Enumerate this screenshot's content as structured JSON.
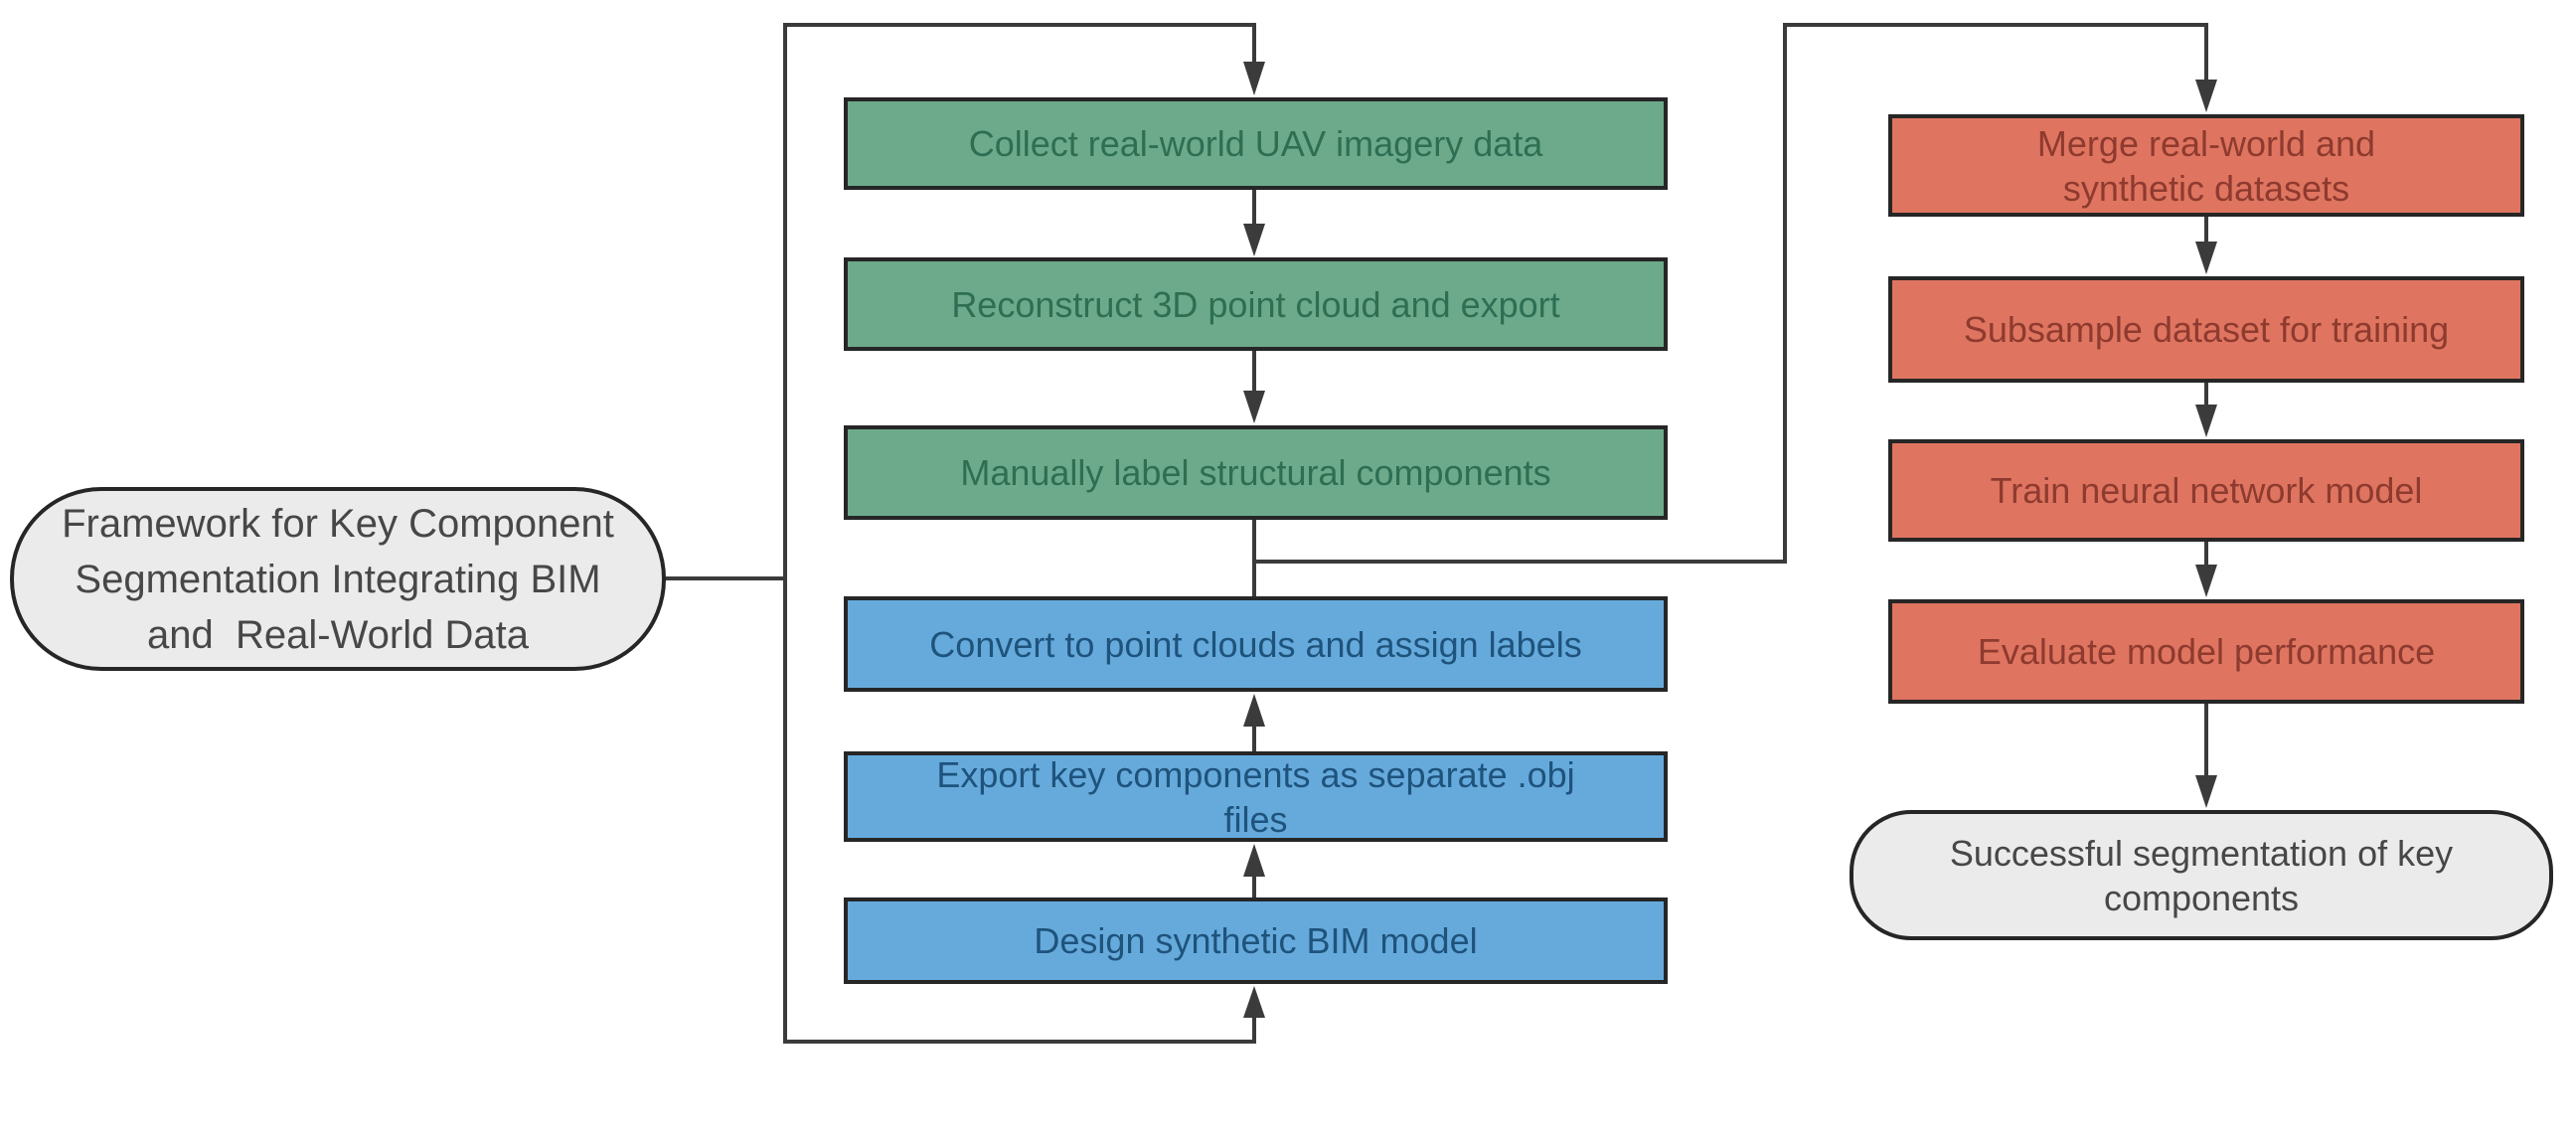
{
  "colors": {
    "background": "#ffffff",
    "line": "#3b3b3b",
    "node-border": "#262626",
    "green-fill": "#6caa8b",
    "green-text": "#2e6e53",
    "blue-fill": "#66aadc",
    "blue-text": "#1e537c",
    "red-fill": "#df7560",
    "red-text": "#8e3a2f",
    "gray-fill": "#ebebeb",
    "gray-text": "#474747"
  },
  "start_node": {
    "label": "Framework for Key Component\nSegmentation Integrating BIM\nand  Real-World Data"
  },
  "real_world_branch": {
    "steps": [
      "Collect real-world UAV imagery data",
      "Reconstruct 3D point cloud and export",
      "Manually label structural components"
    ]
  },
  "synthetic_branch": {
    "steps": [
      "Convert to point clouds and assign labels",
      "Export key components as separate .obj\nfiles",
      "Design synthetic BIM model"
    ]
  },
  "training_branch": {
    "steps": [
      "Merge real-world and\nsynthetic datasets",
      "Subsample dataset for training",
      "Train neural network model",
      "Evaluate model performance"
    ]
  },
  "end_node": {
    "label": "Successful segmentation of key\ncomponents"
  }
}
